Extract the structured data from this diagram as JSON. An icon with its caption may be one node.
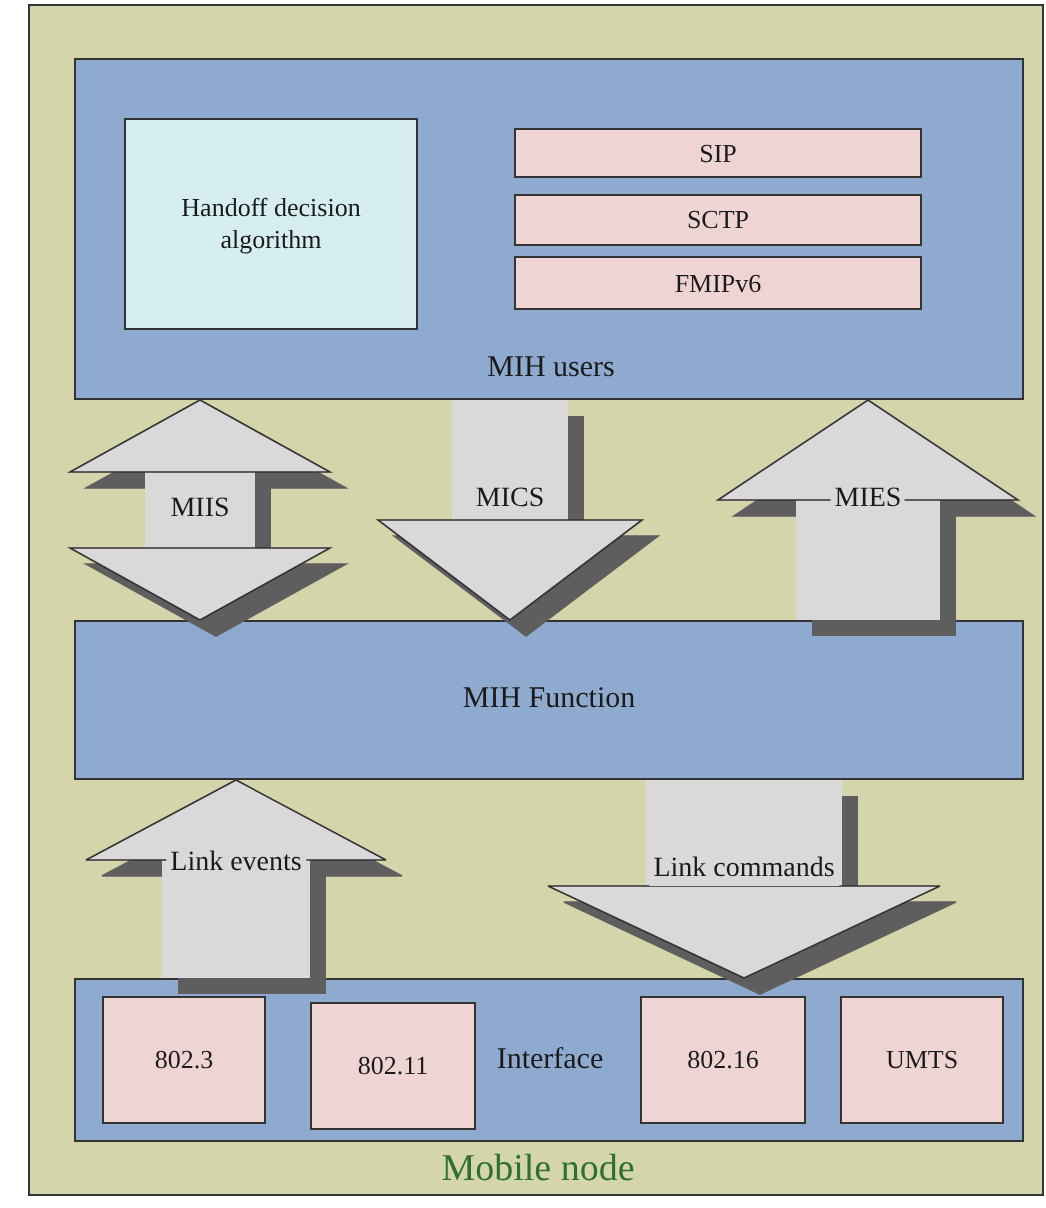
{
  "diagram": {
    "nodes": [
      {
        "text": [
          "Mobile node"
        ]
      },
      {
        "text": [
          "MIH users"
        ],
        "in": 0
      },
      {
        "text": [
          "Handoff decision algorithm"
        ],
        "in": 1
      },
      {
        "text": [
          "SIP"
        ],
        "in": 1
      },
      {
        "text": [
          "SCTP"
        ],
        "in": 1
      },
      {
        "text": [
          "FMIPv6"
        ],
        "in": 1
      },
      {
        "text": [
          "MIH Function"
        ],
        "in": 0
      },
      {
        "text": [
          "Interface"
        ],
        "in": 0
      },
      {
        "text": [
          "802.3"
        ],
        "in": 7
      },
      {
        "text": [
          "802.11"
        ],
        "in": 7
      },
      {
        "text": [
          "802.16"
        ],
        "in": 7
      },
      {
        "text": [
          "UMTS"
        ],
        "in": 7
      }
    ],
    "edges": [
      {
        "from": 1,
        "to": 6,
        "label": "MIIS",
        "arrow": "both"
      },
      {
        "from": 1,
        "to": 6,
        "label": "MICS",
        "arrow": "to"
      },
      {
        "from": 6,
        "to": 1,
        "label": "MIES",
        "arrow": "to"
      },
      {
        "from": 7,
        "to": 6,
        "label": "Link events",
        "arrow": "to"
      },
      {
        "from": 6,
        "to": 7,
        "label": "Link commands",
        "arrow": "to"
      }
    ]
  }
}
